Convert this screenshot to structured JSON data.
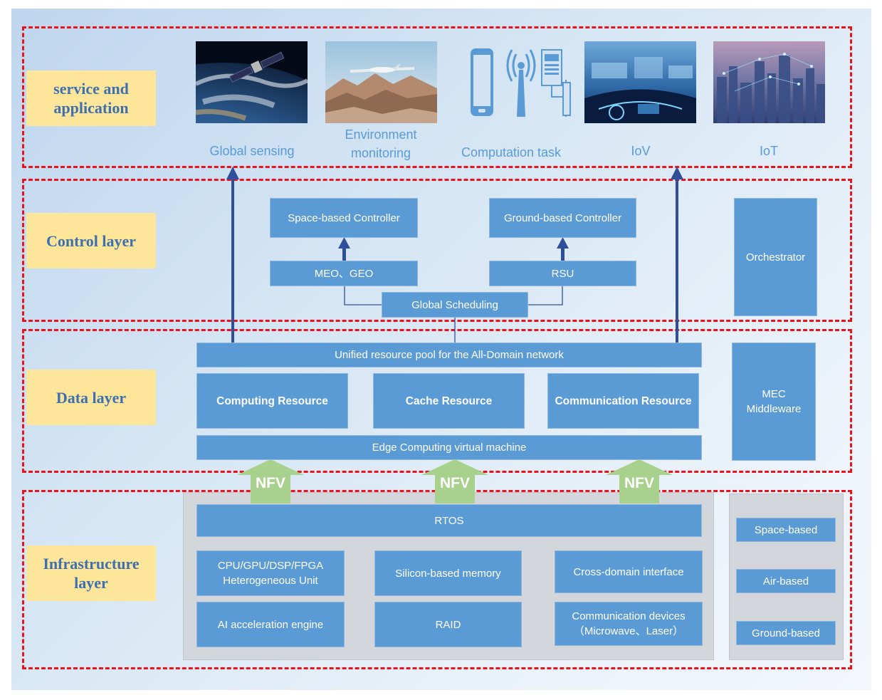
{
  "layers": {
    "service": "service and\napplication",
    "control": "Control layer",
    "data": "Data layer",
    "infrastructure": "Infrastructure\nlayer"
  },
  "services": {
    "global_sensing": "Global sensing",
    "environment_monitoring": "Environment\nmonitoring",
    "computation_task": "Computation task",
    "iov": "IoV",
    "iot": "IoT"
  },
  "control": {
    "space_controller": "Space-based Controller",
    "ground_controller": "Ground-based Controller",
    "meo_geo": "MEO、GEO",
    "rsu": "RSU",
    "global_scheduling": "Global Scheduling",
    "orchestrator": "Orchestrator"
  },
  "data": {
    "unified_pool": "Unified resource pool for the All-Domain network",
    "computing": "Computing Resource",
    "cache": "Cache Resource",
    "communication": "Communication Resource",
    "edge_vm": "Edge Computing virtual machine",
    "mec": "MEC\nMiddleware"
  },
  "nfv": "NFV",
  "infrastructure": {
    "rtos": "RTOS",
    "hetero_unit": "CPU/GPU/DSP/FPGA\nHeterogeneous Unit",
    "silicon_memory": "Silicon-based memory",
    "cross_domain": "Cross-domain interface",
    "ai_engine": "AI acceleration engine",
    "raid": "RAID",
    "comm_devices": "Communication devices\n（Microwave、Laser）",
    "space_based": "Space-based",
    "air_based": "Air-based",
    "ground_based": "Ground-based"
  },
  "colors": {
    "box": "#5b9bd5",
    "label_bg": "#fde59a",
    "label_text": "#3e6fae",
    "dash": "#e8131c",
    "nfv_arrow": "#a9d18e",
    "connector": "#2f4f9a"
  },
  "images": [
    "satellite-earth-photo",
    "drone-mountains-photo",
    "computation-devices-icon",
    "iov-car-dashboard-photo",
    "iot-city-photo"
  ]
}
